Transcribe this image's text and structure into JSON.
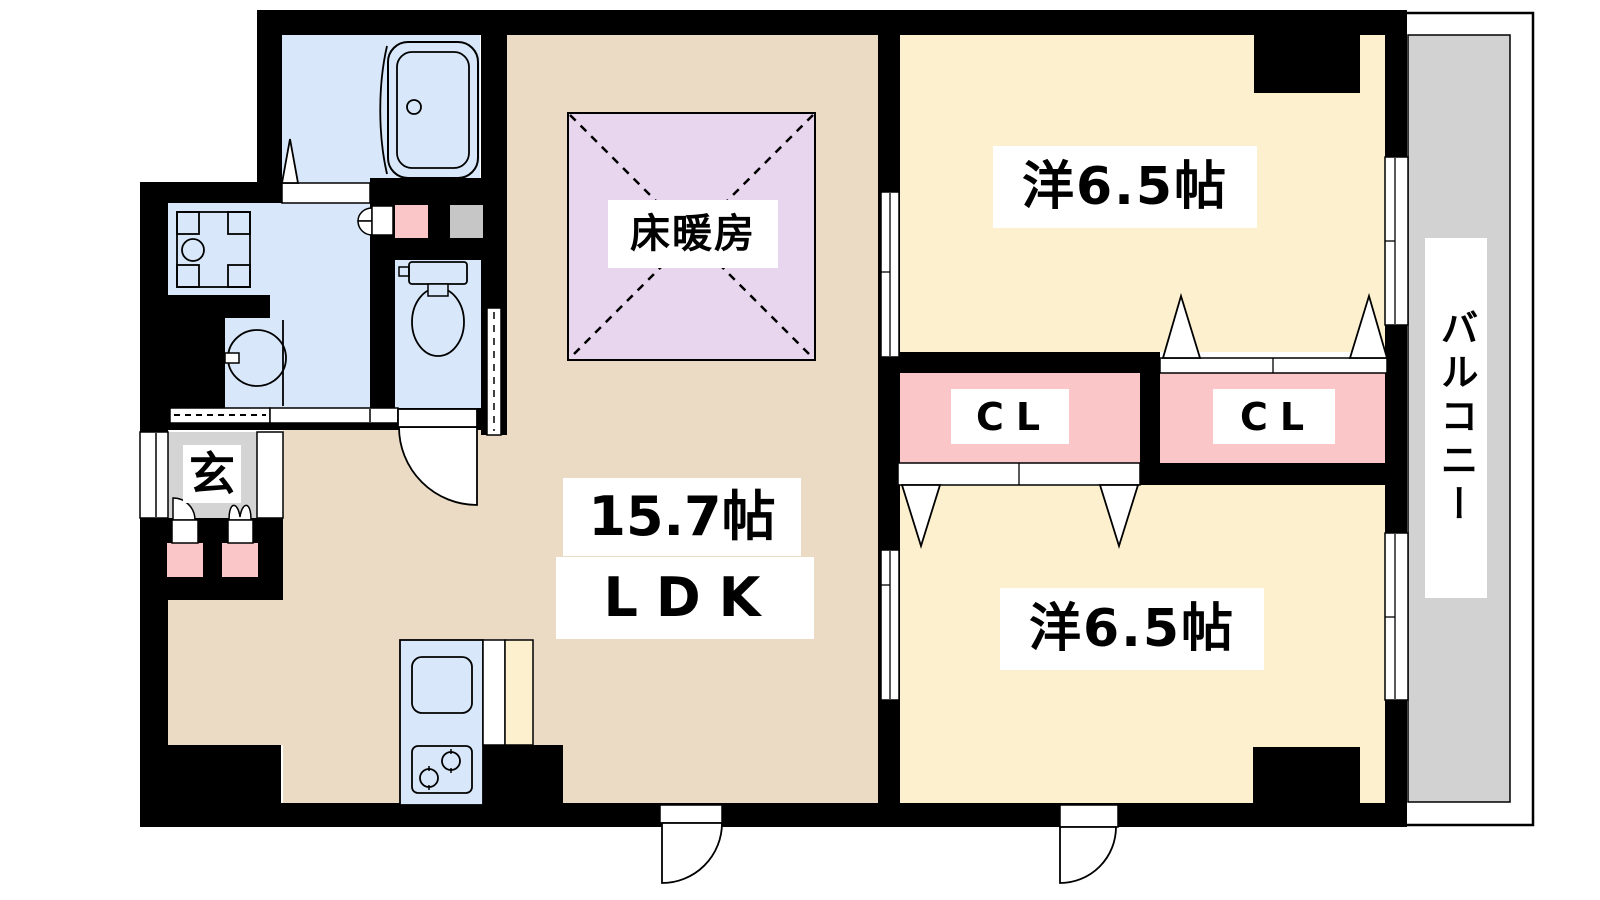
{
  "floorplan": {
    "labels": {
      "room_top_right": "洋6.5帖",
      "room_bottom_right": "洋6.5帖",
      "ldk_size": "15.7帖",
      "ldk_name": "LDK",
      "floor_heating": "床暖房",
      "closet_left": "CL",
      "closet_right": "CL",
      "entrance": "玄",
      "balcony": "バルコニー"
    },
    "colors": {
      "wall": "#000000",
      "ldk_floor": "#ebdbc4",
      "room_floor": "#fdf0ce",
      "closet": "#fac6c8",
      "floor_heating_fill": "#e8d6ee",
      "wet_area": "#d8e8fa",
      "balcony": "#d2d2d2",
      "entrance_floor": "#d4d4d4",
      "counter_gray": "#c6c6c6"
    }
  }
}
